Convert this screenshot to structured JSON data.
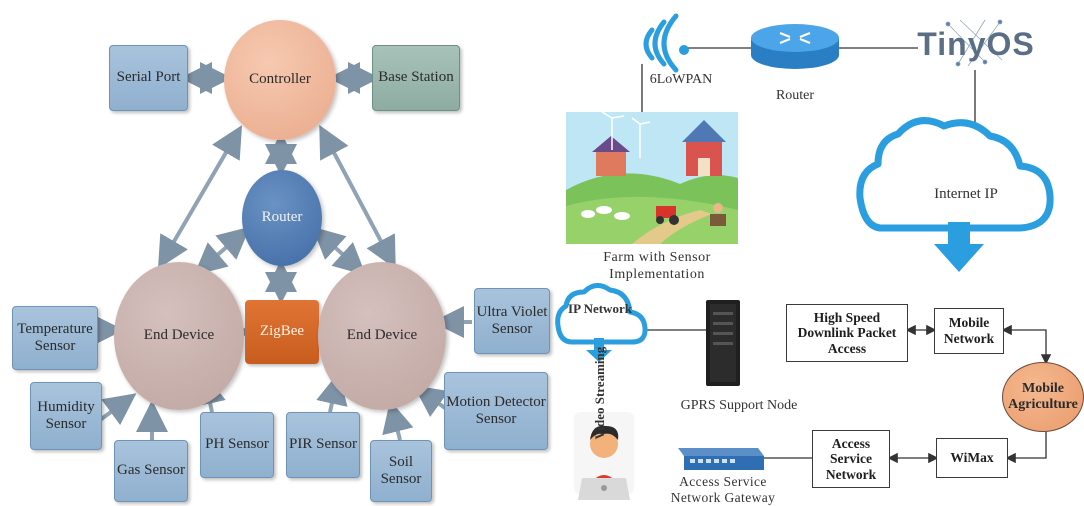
{
  "left_diagram": {
    "controller": "Controller",
    "serial_port": "Serial Port",
    "base_station": "Base Station",
    "router": "Router",
    "zigbee": "ZigBee",
    "end_device_left": "End Device",
    "end_device_right": "End Device",
    "temperature_sensor": "Temperature Sensor",
    "humidity_sensor": "Humidity Sensor",
    "gas_sensor": "Gas Sensor",
    "ph_sensor": "PH Sensor",
    "pir_sensor": "PIR Sensor",
    "soil_sensor": "Soil Sensor",
    "motion_detector_sensor": "Motion Detector Sensor",
    "ultra_violet_sensor": "Ultra Violet Sensor"
  },
  "right_diagram": {
    "sixlowpan": "6LoWPAN",
    "router": "Router",
    "tinyos_logo_text": "TinyOS",
    "farm_caption": "Farm with Sensor Implementation",
    "internet": "Internet IP",
    "ip_network": "IP Network",
    "video_streaming": "Video Streaming",
    "gprs_support_node": "GPRS Support Node",
    "high_speed": "High Speed Downlink Packet Access",
    "mobile_network": "Mobile Network",
    "mobile_agriculture": "Mobile Agriculture",
    "access_service_network": "Access Service Network",
    "wimax": "WiMax",
    "access_gateway": "Access Service Network Gateway"
  },
  "colors": {
    "sensor_box": "#9bb9d6",
    "controller": "#f0b89c",
    "router_node": "#4f7bb3",
    "end_device": "#c9b1ad",
    "zigbee": "#d5692a",
    "cloud_stroke": "#2b9ee0",
    "arrow": "#7e93a6"
  }
}
